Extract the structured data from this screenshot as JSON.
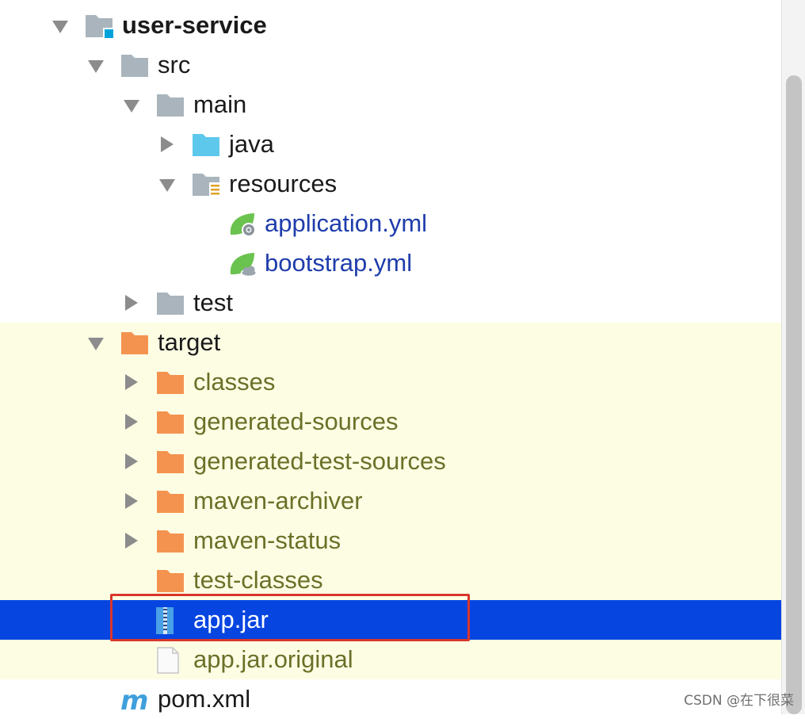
{
  "colors": {
    "selection": "#0645e0",
    "excluded_bg": "#fdfde4",
    "highlight_border": "#d9362a",
    "folder_gray": "#a9b4bc",
    "folder_source": "#5ec8ec",
    "folder_excluded": "#f4934f",
    "module_badge": "#00a3d9",
    "spring_green": "#6ac24f"
  },
  "tree": [
    {
      "label": "user-service",
      "icon": "module-folder-icon",
      "arrow": "expanded",
      "depth": 0,
      "style": "bold"
    },
    {
      "label": "src",
      "icon": "folder-icon",
      "arrow": "expanded",
      "depth": 1,
      "style": "normal"
    },
    {
      "label": "main",
      "icon": "folder-icon",
      "arrow": "expanded",
      "depth": 2,
      "style": "normal"
    },
    {
      "label": "java",
      "icon": "source-folder-icon",
      "arrow": "collapsed",
      "depth": 3,
      "style": "normal"
    },
    {
      "label": "resources",
      "icon": "resources-folder-icon",
      "arrow": "expanded",
      "depth": 3,
      "style": "normal"
    },
    {
      "label": "application.yml",
      "icon": "spring-config-icon",
      "arrow": "none",
      "depth": 4,
      "style": "blue"
    },
    {
      "label": "bootstrap.yml",
      "icon": "spring-cloud-config-icon",
      "arrow": "none",
      "depth": 4,
      "style": "blue"
    },
    {
      "label": "test",
      "icon": "folder-icon",
      "arrow": "collapsed",
      "depth": 2,
      "style": "normal"
    },
    {
      "label": "target",
      "icon": "excluded-folder-icon",
      "arrow": "expanded",
      "depth": 1,
      "style": "normal",
      "excluded": true
    },
    {
      "label": "classes",
      "icon": "excluded-folder-icon",
      "arrow": "collapsed",
      "depth": 2,
      "style": "olive",
      "excluded": true
    },
    {
      "label": "generated-sources",
      "icon": "excluded-folder-icon",
      "arrow": "collapsed",
      "depth": 2,
      "style": "olive",
      "excluded": true
    },
    {
      "label": "generated-test-sources",
      "icon": "excluded-folder-icon",
      "arrow": "collapsed",
      "depth": 2,
      "style": "olive",
      "excluded": true
    },
    {
      "label": "maven-archiver",
      "icon": "excluded-folder-icon",
      "arrow": "collapsed",
      "depth": 2,
      "style": "olive",
      "excluded": true
    },
    {
      "label": "maven-status",
      "icon": "excluded-folder-icon",
      "arrow": "collapsed",
      "depth": 2,
      "style": "olive",
      "excluded": true
    },
    {
      "label": "test-classes",
      "icon": "excluded-folder-icon",
      "arrow": "none",
      "depth": 2,
      "style": "olive",
      "excluded": true
    },
    {
      "label": "app.jar",
      "icon": "jar-archive-icon",
      "arrow": "none",
      "depth": 2,
      "style": "white",
      "selected": true
    },
    {
      "label": "app.jar.original",
      "icon": "file-icon",
      "arrow": "none",
      "depth": 2,
      "style": "olive",
      "excluded": true
    },
    {
      "label": "pom.xml",
      "icon": "maven-pom-icon",
      "arrow": "none",
      "depth": 1,
      "style": "normal"
    }
  ],
  "watermark": "CSDN @在下很菜"
}
